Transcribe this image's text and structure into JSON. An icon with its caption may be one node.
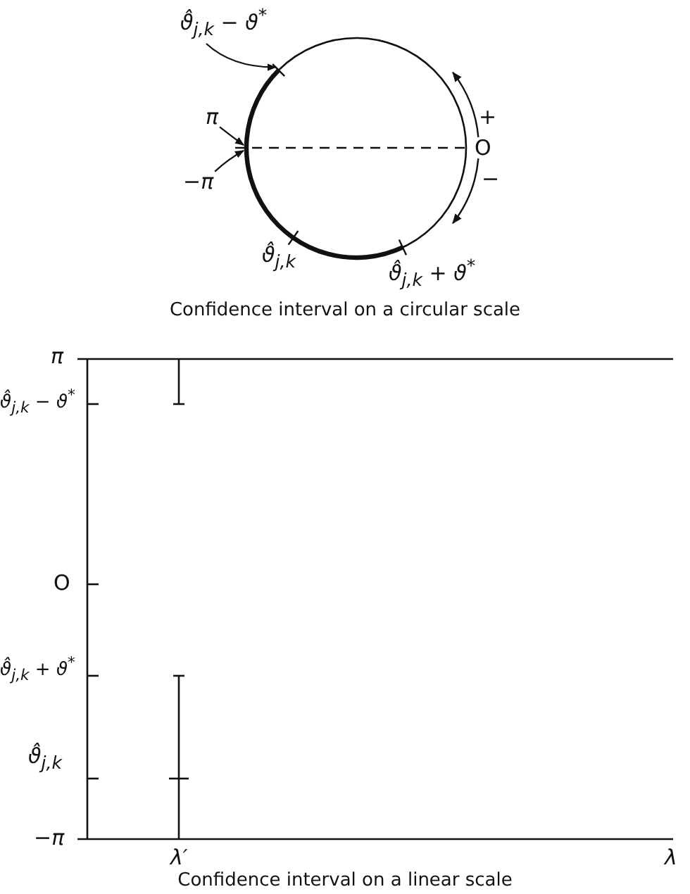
{
  "diagram": {
    "nodes": [
      {
        "text": [
          "ϑ̂$_{j,k}$ − ϑ$^{*}$"
        ]
      },
      {
        "text": [
          "π"
        ]
      },
      {
        "text": [
          "−π"
        ]
      },
      {
        "text": [],
        "shape": "arc"
      }
    ],
    "edges": [
      {
        "from": 0,
        "to": 3,
        "arrow": "to"
      },
      {
        "from": 1,
        "to": 3,
        "arrow": "to"
      },
      {
        "from": 2,
        "to": 3,
        "arrow": "to"
      }
    ],
    "labels": [
      "+",
      "O",
      "−",
      "ϑ̂$_{j,k}$",
      "ϑ̂$_{j,k}$ + ϑ$^{*}$",
      "Confidence interval on a circular scale",
      "π",
      "ϑ̂$_{j,k}$ − ϑ$^{*}$",
      "O",
      "ϑ̂$_{j,k}$ + ϑ$^{*}$",
      "ϑ̂$_{j,k}$",
      "−π",
      "λ′",
      "λ",
      "Confidence interval on a linear scale"
    ]
  }
}
